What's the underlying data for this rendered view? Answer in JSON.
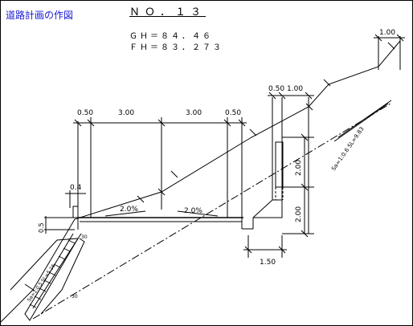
{
  "title": "道路計画の作図",
  "station": "ＮＯ．１３",
  "gh": "ＧＨ＝８４．４６",
  "fh": "ＦＨ＝８３．２７３",
  "dims": {
    "top_right": "1.00",
    "shoulder_left": "0.50",
    "lane_left": "3.00",
    "lane_right": "3.00",
    "shoulder_right": "0.50",
    "wall_top_a": "0.50",
    "wall_top_b": "1.00",
    "wall_h_upper": "2.00",
    "wall_h_lower": "2.00",
    "ditch_width": "1.50",
    "left_post": "0.4",
    "left_height": "0.5",
    "small_a": "30",
    "small_b": "30"
  },
  "slopes": {
    "left_lane": "2.0%",
    "right_lane": "2.0%",
    "cut_slope": "Sa=1:0.6  SL=9.83",
    "fill_slope": "Sa=1:0.5  SL=5.16"
  },
  "colors": {
    "title": "#1a1ad6",
    "line": "#000000"
  }
}
